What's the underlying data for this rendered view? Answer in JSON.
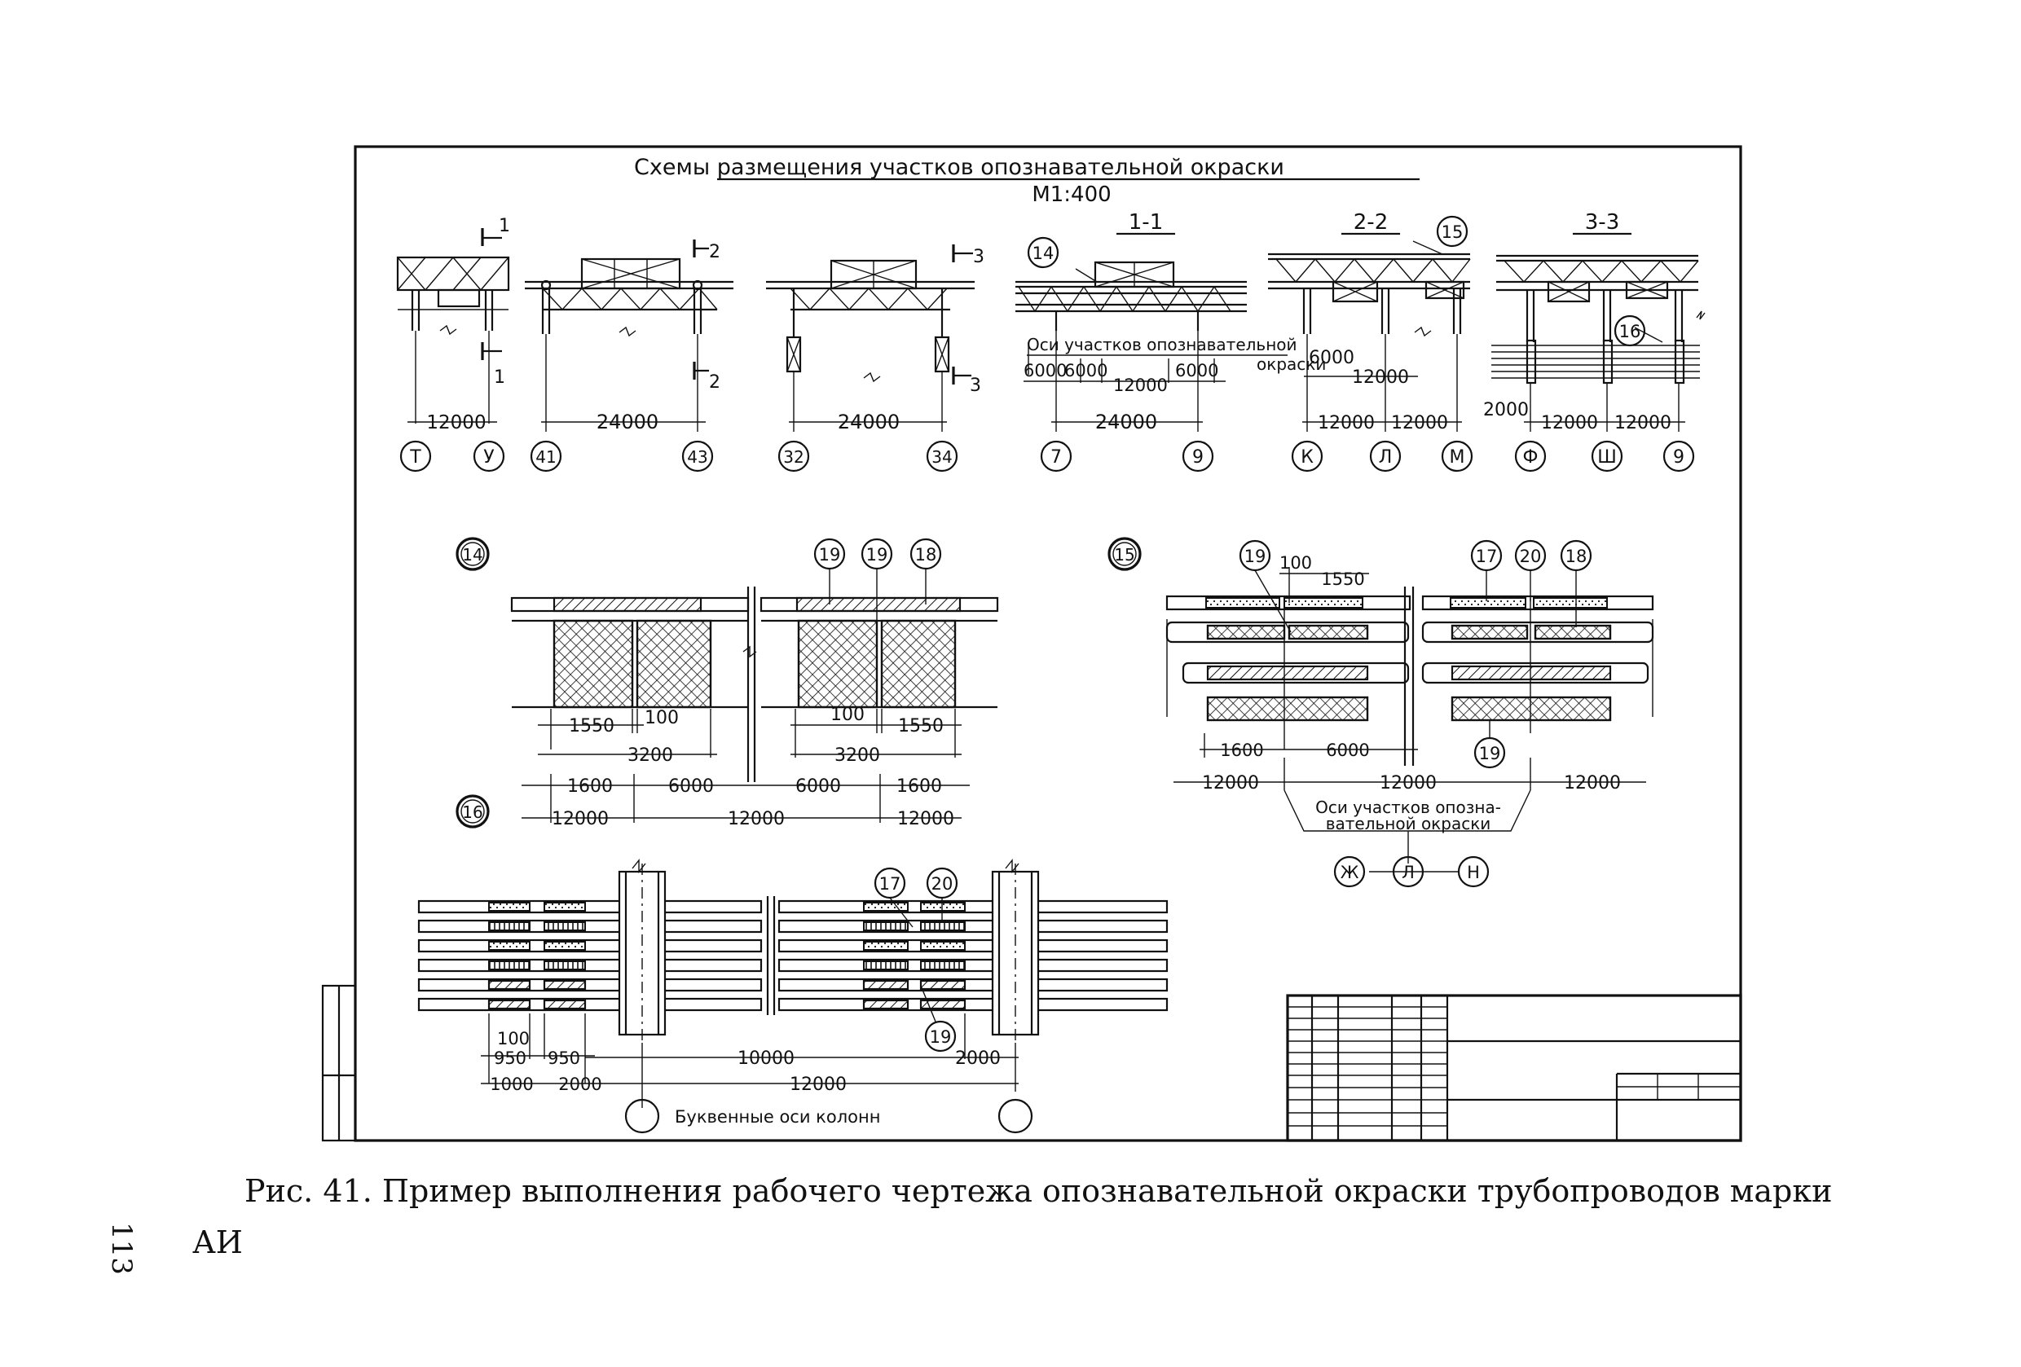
{
  "title": "Схемы размещения участков опознавательной окраски",
  "scale": "М1:400",
  "section_labels": [
    "1-1",
    "2-2",
    "3-3"
  ],
  "cut_marks": [
    "1",
    "1",
    "2",
    "2",
    "3",
    "3"
  ],
  "top_dims": {
    "d1": "12000",
    "d2": "24000",
    "d3": "24000",
    "d4": "24000",
    "d5a": "12000",
    "d5b": "12000",
    "d6a": "12000",
    "d6b": "12000",
    "note_axes": "Оси участков опознавательной",
    "note_okraski": "окраски",
    "s6000a": "6000",
    "s6000b": "6000",
    "s12000": "12000",
    "s6000c": "6000",
    "s6000d": "6000",
    "s12000b": "12000",
    "s2000": "2000"
  },
  "axes": [
    "Т",
    "У",
    "41",
    "43",
    "32",
    "34",
    "7",
    "9",
    "К",
    "Л",
    "М",
    "Ф",
    "Ш",
    "9"
  ],
  "callouts": {
    "c14": "14",
    "c15": "15",
    "c16": "16",
    "c19a": "19",
    "c19b": "19",
    "c18a": "18",
    "c19c": "19",
    "c17a": "17",
    "c20a": "20",
    "c18b": "18",
    "c19d": "19",
    "c17b": "17",
    "c20b": "20",
    "c19e": "19"
  },
  "detail14": {
    "d1550a": "1550",
    "d100a": "100",
    "d3200a": "3200",
    "d100b": "100",
    "d1550b": "1550",
    "d3200b": "3200",
    "d1600a": "1600",
    "d6000a": "6000",
    "d6000b": "6000",
    "d1600b": "1600",
    "d12000a": "12000",
    "d12000b": "12000",
    "d12000c": "12000"
  },
  "detail15": {
    "d100": "100",
    "d1550": "1550",
    "d1600": "1600",
    "d6000": "6000",
    "d12000a": "12000",
    "d12000b": "12000",
    "d12000c": "12000",
    "note1": "Оси участков опозна-",
    "note2": "вательной окраски",
    "axes": [
      "Ж",
      "Л",
      "Н"
    ]
  },
  "detail16": {
    "d100": "100",
    "d950a": "950",
    "d950b": "950",
    "d10000": "10000",
    "d2000a": "2000",
    "d1000": "1000",
    "d2000b": "2000",
    "d12000": "12000",
    "note": "Буквенные оси колонн"
  },
  "caption_line1": "Рис. 41. Пример выполнения рабочего чертежа опознавательной окраски трубопроводов  марки",
  "caption_line2": "АИ",
  "page_number": "113"
}
